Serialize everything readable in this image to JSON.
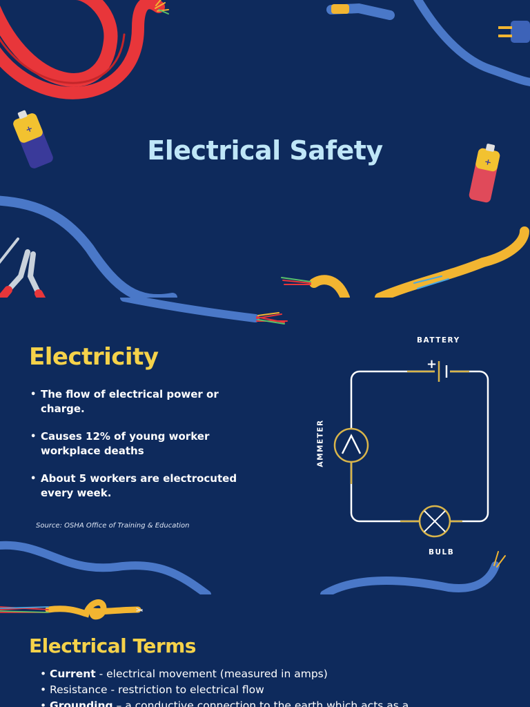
{
  "slide1": {
    "title": "Electrical Safety"
  },
  "slide2": {
    "heading": "Electricity",
    "bullets": [
      "The flow of electrical power or charge.",
      "Causes 12% of young worker workplace deaths",
      "About 5 workers are electrocuted every week."
    ],
    "source": "Source: OSHA Office of Training & Education",
    "diagram": {
      "battery_label": "BATTERY",
      "ammeter_label": "AMMETER",
      "bulb_label": "BULB",
      "battery_plus": "+"
    }
  },
  "slide3": {
    "heading": "Electrical Terms",
    "terms": [
      {
        "term": "Current",
        "definition": " - electrical movement (measured in amps)"
      },
      {
        "term": "",
        "definition": "Resistance - restriction to electrical flow"
      },
      {
        "term": "Grounding",
        "definition": " – a conductive connection to the earth which acts as a"
      }
    ]
  },
  "colors": {
    "background": "#0e2a5c",
    "title": "#bfe6f7",
    "heading": "#f5d24a",
    "text": "#ffffff",
    "wire_blue": "#4a78c8",
    "wire_red": "#e8363a",
    "wire_yellow": "#f2b531",
    "circuit_gold": "#d9b54a"
  },
  "icons": [
    "red-cable-icon",
    "blue-cable-icon",
    "plug-icon",
    "battery-icon",
    "pliers-icon",
    "screwdriver-icon",
    "yellow-cable-icon",
    "ammeter-icon",
    "bulb-icon"
  ]
}
